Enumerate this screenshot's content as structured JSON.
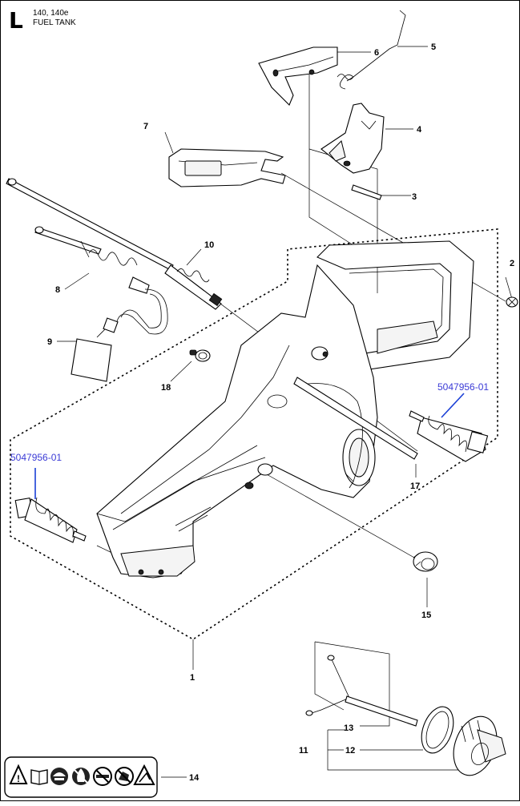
{
  "header": {
    "section_letter": "L",
    "models": "140, 140e",
    "title": "FUEL TANK"
  },
  "callouts": {
    "c1": "1",
    "c2": "2",
    "c3": "3",
    "c4": "4",
    "c5": "5",
    "c6": "6",
    "c7": "7",
    "c8": "8",
    "c9": "9",
    "c10": "10",
    "c11": "11",
    "c12": "12",
    "c13": "13",
    "c14": "14",
    "c15": "15",
    "c17": "17",
    "c18": "18"
  },
  "part_numbers": {
    "left": "5047956-01",
    "right": "5047956-01"
  },
  "decal_icons": [
    "warning-icon",
    "manual-book-icon",
    "helmet-icon",
    "no-flame-icon",
    "no-smoking-icon",
    "no-one-hand-icon",
    "kickback-icon"
  ],
  "colors": {
    "part_number_text": "#3b3bd6",
    "part_number_leader": "#1a3fd6"
  }
}
